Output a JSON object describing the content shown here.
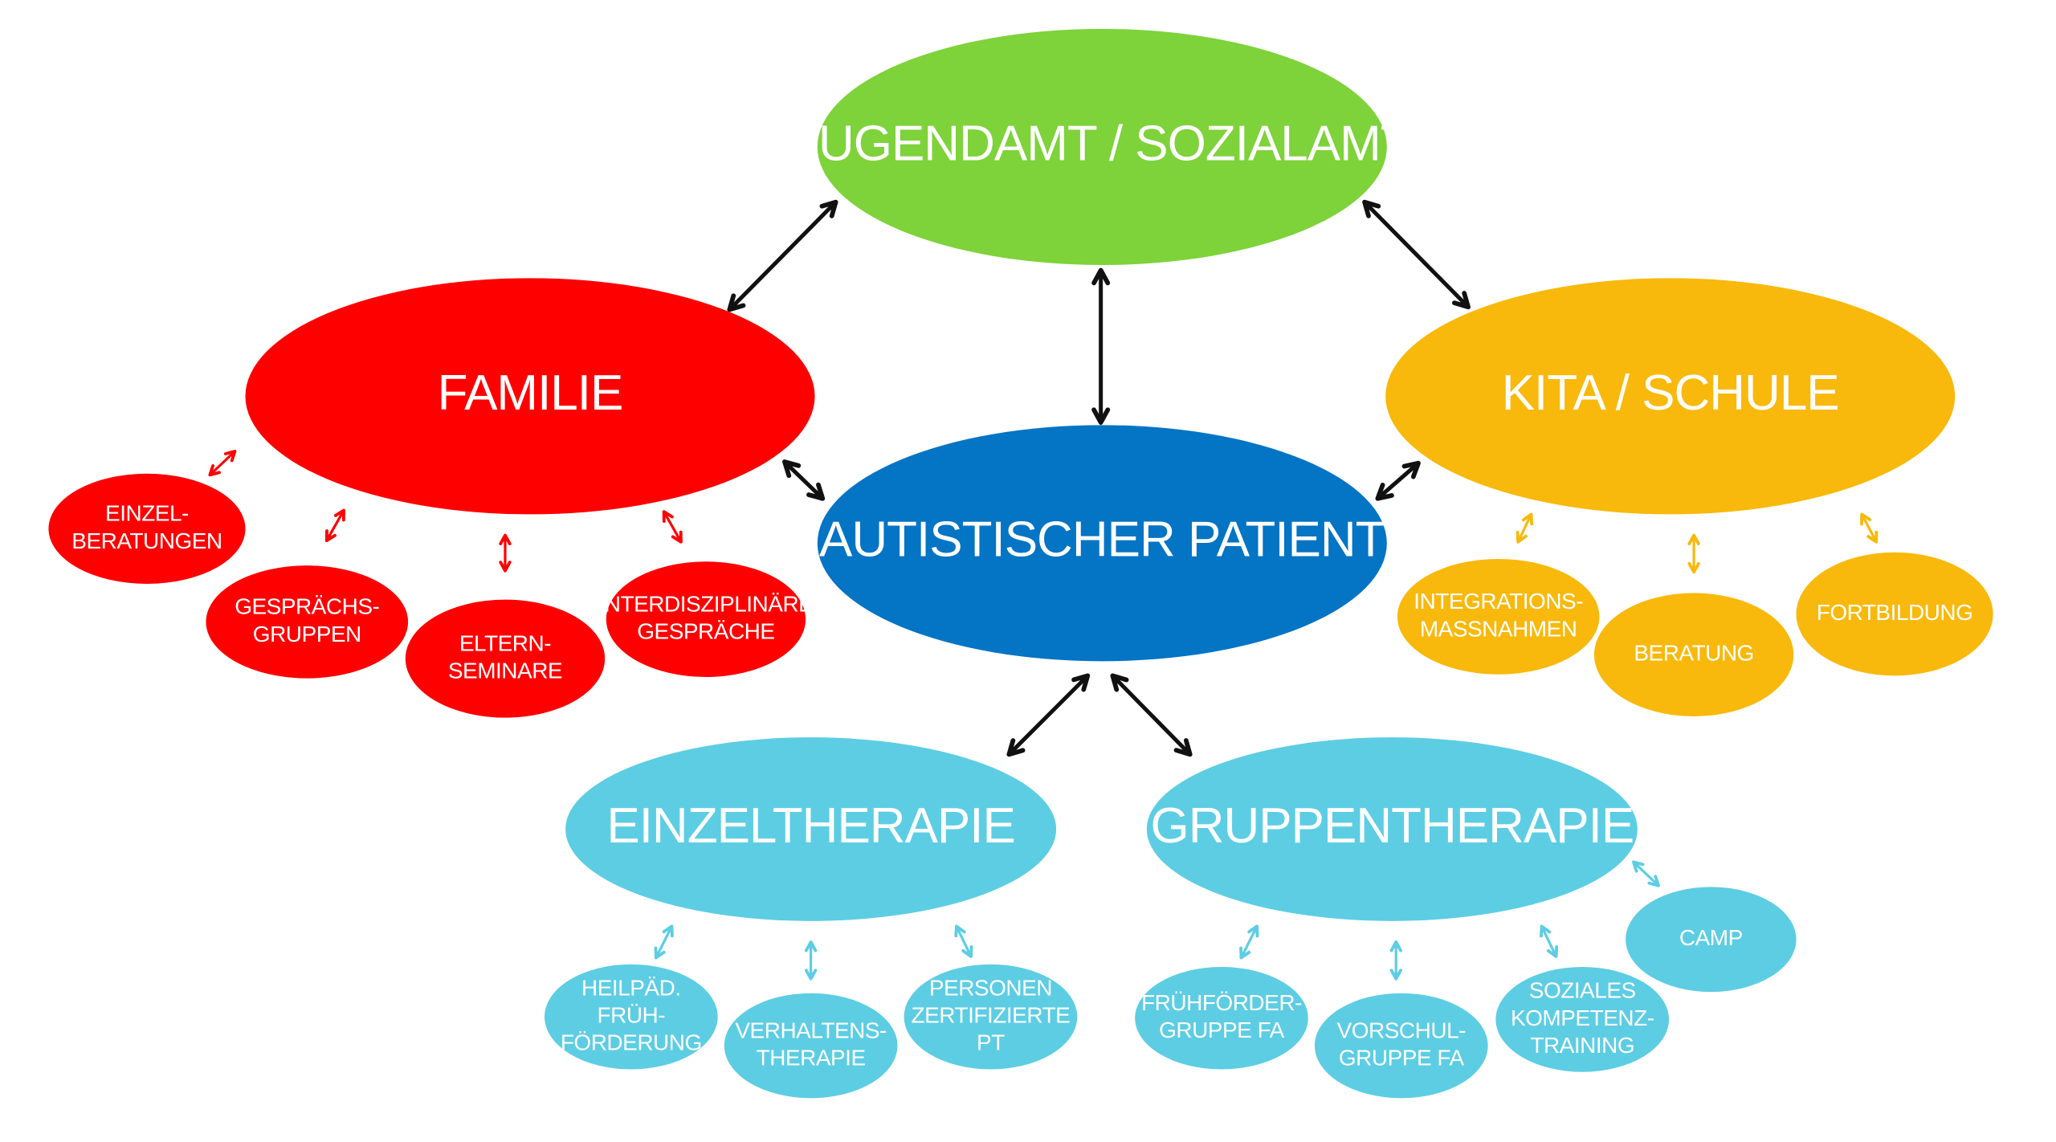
{
  "colors": {
    "green": "#7ED23A",
    "red": "#FF0000",
    "yellow": "#F8B90C",
    "blue": "#0474C4",
    "cyan": "#5DCDE3",
    "black": "#111111"
  },
  "nodes": {
    "jugendamt": {
      "lines": [
        "JUGENDAMT / SOZIALAMT"
      ],
      "color": "green"
    },
    "familie": {
      "lines": [
        "FAMILIE"
      ],
      "color": "red"
    },
    "kita": {
      "lines": [
        "KITA / SCHULE"
      ],
      "color": "yellow"
    },
    "patient": {
      "lines": [
        "AUTISTISCHER PATIENT"
      ],
      "color": "blue"
    },
    "einzeltherapie": {
      "lines": [
        "EINZELTHERAPIE"
      ],
      "color": "cyan"
    },
    "gruppentherapie": {
      "lines": [
        "GRUPPENTHERAPIE"
      ],
      "color": "cyan"
    },
    "einzelberatungen": {
      "lines": [
        "EINZEL-",
        "BERATUNGEN"
      ],
      "color": "red"
    },
    "gespraechsgruppen": {
      "lines": [
        "GESPRÄCHS-",
        "GRUPPEN"
      ],
      "color": "red"
    },
    "elternseminare": {
      "lines": [
        "ELTERN-",
        "SEMINARE"
      ],
      "color": "red"
    },
    "interdisziplinaer": {
      "lines": [
        "INTERDISZIPLINÄRE",
        "GESPRÄCHE"
      ],
      "color": "red"
    },
    "integrationsmassnahmen": {
      "lines": [
        "INTEGRATIONS-",
        "MASSNAHMEN"
      ],
      "color": "yellow"
    },
    "beratung": {
      "lines": [
        "BERATUNG"
      ],
      "color": "yellow"
    },
    "fortbildung": {
      "lines": [
        "FORTBILDUNG"
      ],
      "color": "yellow"
    },
    "heilpaed": {
      "lines": [
        "HEILPÄD.",
        "FRÜH-",
        "FÖRDERUNG"
      ],
      "color": "cyan"
    },
    "verhaltenstherapie": {
      "lines": [
        "VERHALTENS-",
        "THERAPIE"
      ],
      "color": "cyan"
    },
    "personen": {
      "lines": [
        "PERSONEN",
        "ZERTIFIZIERTE",
        "PT"
      ],
      "color": "cyan"
    },
    "fruehfoerder": {
      "lines": [
        "FRÜHFÖRDER-",
        "GRUPPE FA"
      ],
      "color": "cyan"
    },
    "vorschul": {
      "lines": [
        "VORSCHUL-",
        "GRUPPE FA"
      ],
      "color": "cyan"
    },
    "soziales": {
      "lines": [
        "SOZIALES",
        "KOMPETENZ-",
        "TRAINING"
      ],
      "color": "cyan"
    },
    "camp": {
      "lines": [
        "CAMP"
      ],
      "color": "cyan"
    }
  },
  "connections": [
    {
      "from": "jugendamt",
      "to": "familie",
      "color": "black"
    },
    {
      "from": "jugendamt",
      "to": "kita",
      "color": "black"
    },
    {
      "from": "jugendamt",
      "to": "patient",
      "color": "black"
    },
    {
      "from": "familie",
      "to": "patient",
      "color": "black"
    },
    {
      "from": "kita",
      "to": "patient",
      "color": "black"
    },
    {
      "from": "patient",
      "to": "einzeltherapie",
      "color": "black"
    },
    {
      "from": "patient",
      "to": "gruppentherapie",
      "color": "black"
    },
    {
      "from": "familie",
      "to": "einzelberatungen",
      "color": "red"
    },
    {
      "from": "familie",
      "to": "gespraechsgruppen",
      "color": "red"
    },
    {
      "from": "familie",
      "to": "elternseminare",
      "color": "red"
    },
    {
      "from": "familie",
      "to": "interdisziplinaer",
      "color": "red"
    },
    {
      "from": "kita",
      "to": "integrationsmassnahmen",
      "color": "yellow"
    },
    {
      "from": "kita",
      "to": "beratung",
      "color": "yellow"
    },
    {
      "from": "kita",
      "to": "fortbildung",
      "color": "yellow"
    },
    {
      "from": "einzeltherapie",
      "to": "heilpaed",
      "color": "cyan"
    },
    {
      "from": "einzeltherapie",
      "to": "verhaltenstherapie",
      "color": "cyan"
    },
    {
      "from": "einzeltherapie",
      "to": "personen",
      "color": "cyan"
    },
    {
      "from": "gruppentherapie",
      "to": "fruehfoerder",
      "color": "cyan"
    },
    {
      "from": "gruppentherapie",
      "to": "vorschul",
      "color": "cyan"
    },
    {
      "from": "gruppentherapie",
      "to": "soziales",
      "color": "cyan"
    },
    {
      "from": "gruppentherapie",
      "to": "camp",
      "color": "cyan"
    }
  ]
}
